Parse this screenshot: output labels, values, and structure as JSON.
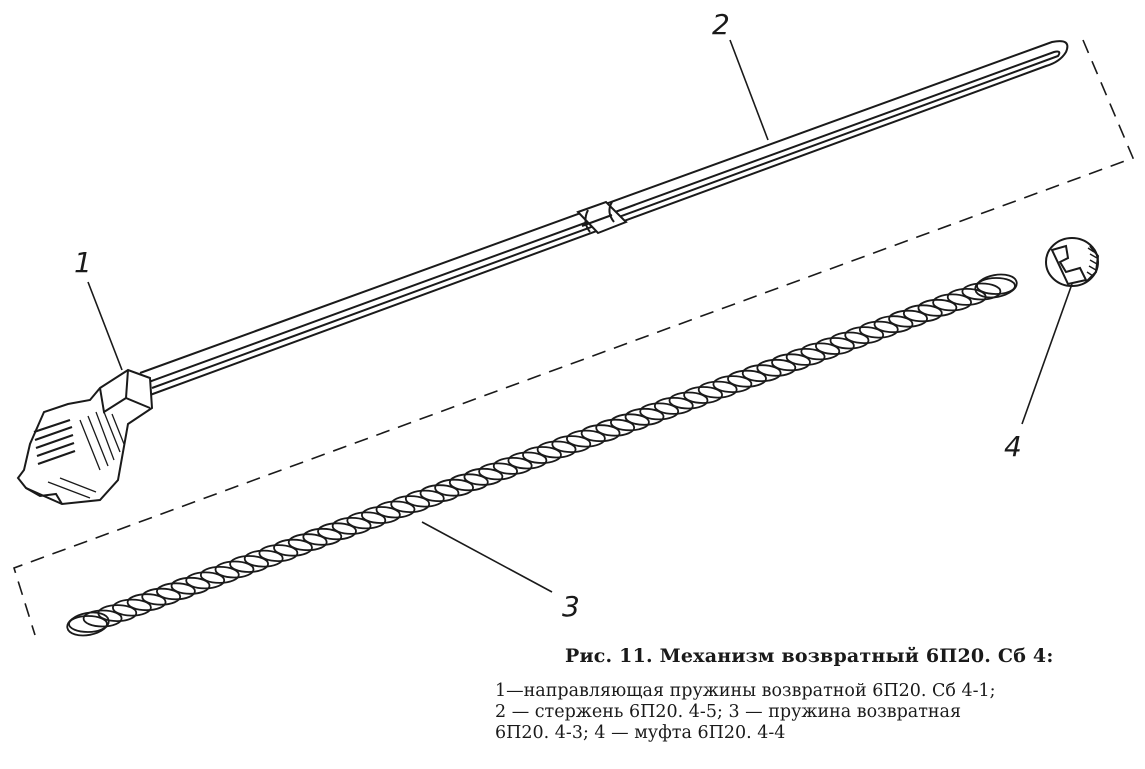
{
  "callouts": {
    "label_1": "1",
    "label_2": "2",
    "label_3": "3",
    "label_4": "4"
  },
  "caption": {
    "title": "Рис. 11. Механизм возвратный 6П20. Сб 4:",
    "lines": [
      "1—направляющая пружины возвратной 6П20. Сб 4-1;",
      "2 — стержень 6П20. 4-5;  3 — пружина возвратная",
      "6П20. 4-3; 4 — муфта 6П20. 4-4"
    ]
  },
  "colors": {
    "ink": "#1a1a1a",
    "background": "#ffffff"
  },
  "parts": [
    {
      "id": 1,
      "name-icon": "spring-guide-icon"
    },
    {
      "id": 2,
      "name-icon": "rod-icon"
    },
    {
      "id": 3,
      "name-icon": "return-spring-icon"
    },
    {
      "id": 4,
      "name-icon": "coupling-icon"
    }
  ]
}
